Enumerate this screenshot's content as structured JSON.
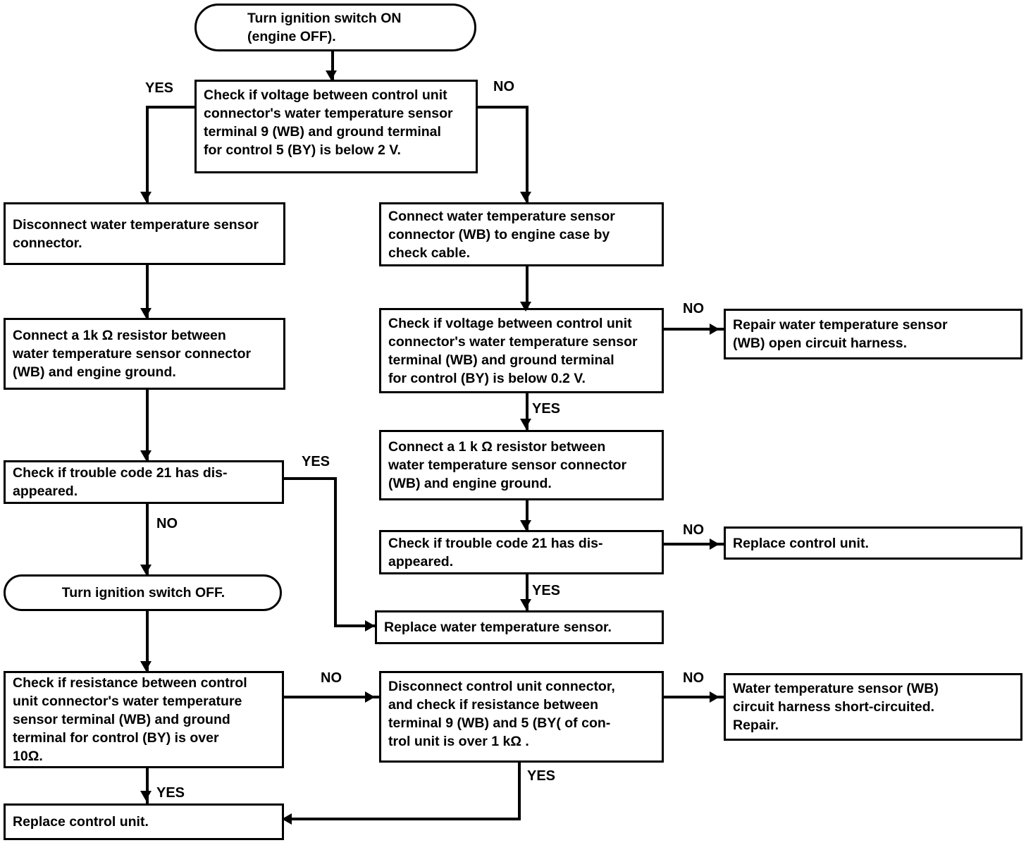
{
  "diagram": {
    "title": "Water temperature sensor trouble code 21 diagnostic flowchart",
    "type": "flowchart",
    "line_color": "#000000",
    "background": "#ffffff",
    "nodes": [
      {
        "id": "start",
        "shape": "terminator",
        "text": "Turn ignition switch ON\n(engine OFF)."
      },
      {
        "id": "check_voltage_main",
        "shape": "process",
        "text": "Check if voltage between control unit\nconnector's water temperature sensor\nterminal 9 (WB) and ground terminal\n for control 5 (BY) is below 2 V."
      },
      {
        "id": "disconnect_sensor",
        "shape": "process",
        "text": "Disconnect water temperature sensor\nconnector."
      },
      {
        "id": "connect_1k_left",
        "shape": "process",
        "text": " Connect a 1k Ω resistor between\nwater temperature sensor connector\n(WB) and engine ground."
      },
      {
        "id": "check_code21_left",
        "shape": "process",
        "text": "Check if trouble code 21 has dis-\nappeared."
      },
      {
        "id": "ignition_off",
        "shape": "terminator",
        "text": "Turn ignition switch OFF."
      },
      {
        "id": "check_resistance_left",
        "shape": "process",
        "text": "Check if resistance between control\nunit connector's water temperature\nsensor terminal (WB) and ground\nterminal for control (BY) is over\n10Ω."
      },
      {
        "id": "replace_cu_bottom_left",
        "shape": "process",
        "text": "Replace control unit."
      },
      {
        "id": "connect_sensor_engine_case",
        "shape": "process",
        "text": "Connect water temperature sensor\nconnector (WB) to engine case by\ncheck cable."
      },
      {
        "id": "check_voltage_02v",
        "shape": "process",
        "text": "Check if voltage between control unit\nconnector's water temperature sensor\nterminal (WB) and ground terminal\nfor control (BY) is below 0.2 V."
      },
      {
        "id": "connect_1k_mid",
        "shape": "process",
        "text": " Connect a 1 k Ω  resistor between\nwater temperature sensor connector\n(WB) and engine ground."
      },
      {
        "id": "check_code21_mid",
        "shape": "process",
        "text": "Check if trouble code 21 has dis-\nappeared."
      },
      {
        "id": "replace_sensor",
        "shape": "process",
        "text": "Replace water temperature sensor."
      },
      {
        "id": "disconnect_cu_check_res",
        "shape": "process",
        "text": "Disconnect control unit connector,\nand check if resistance between\nterminal 9 (WB) and 5 (BY( of con-\ntrol unit is over 1 kΩ ."
      },
      {
        "id": "repair_open_harness",
        "shape": "process",
        "text": "Repair water temperature sensor\n(WB) open circuit harness."
      },
      {
        "id": "replace_cu_right",
        "shape": "process",
        "text": "Replace control unit."
      },
      {
        "id": "short_circuit_repair",
        "shape": "process",
        "text": "Water temperature sensor (WB)\ncircuit harness short-circuited.\nRepair."
      }
    ],
    "branch_labels": {
      "yes_main_left": "YES",
      "no_main_right": "NO",
      "no_open_harness": "NO",
      "yes_to_1k_mid": "YES",
      "no_replace_cu_right": "NO",
      "yes_replace_sensor": "YES",
      "yes_code21_left": "YES",
      "no_code21_left": "NO",
      "no_to_disconnect_cu": "NO",
      "no_short_circuit": "NO",
      "yes_resistance_left": "YES",
      "yes_disconnect_cu": "YES"
    }
  }
}
